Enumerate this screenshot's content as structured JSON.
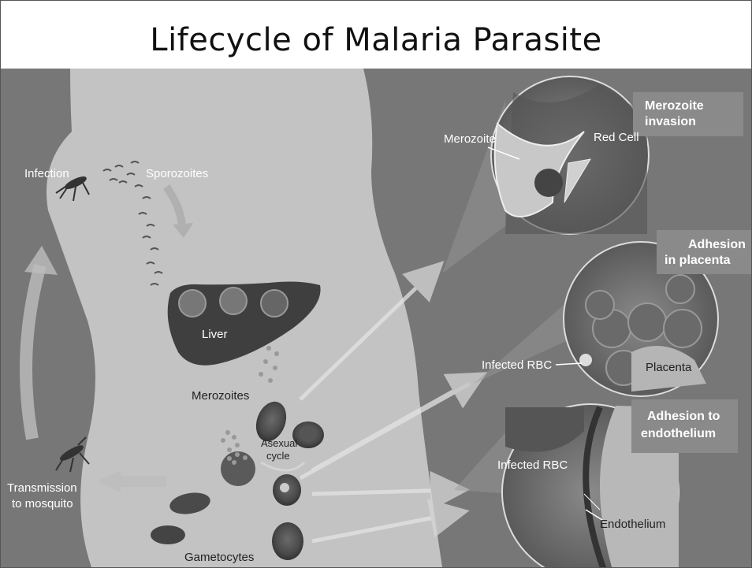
{
  "title": "Lifecycle of Malaria Parasite",
  "labels": {
    "infection": "Infection",
    "sporozoites": "Sporozoites",
    "liver": "Liver",
    "merozoites": "Merozoites",
    "asexual_cycle_line1": "Asexual",
    "asexual_cycle_line2": "cycle",
    "gametocytes": "Gametocytes",
    "transmission_line1": "Transmission",
    "transmission_line2": "to mosquito"
  },
  "callouts": {
    "merozoite_invasion": {
      "title_line1": "Merozoite",
      "title_line2": "invasion",
      "merozoite": "Merozoite",
      "red_cell": "Red Cell"
    },
    "adhesion_placenta": {
      "title_line1": "Adhesion",
      "title_line2": "in placenta",
      "infected_rbc": "Infected RBC",
      "placenta": "Placenta"
    },
    "adhesion_endothelium": {
      "title_line1": "Adhesion to",
      "title_line2": "endothelium",
      "infected_rbc": "Infected RBC",
      "endothelium": "Endothelium"
    }
  }
}
